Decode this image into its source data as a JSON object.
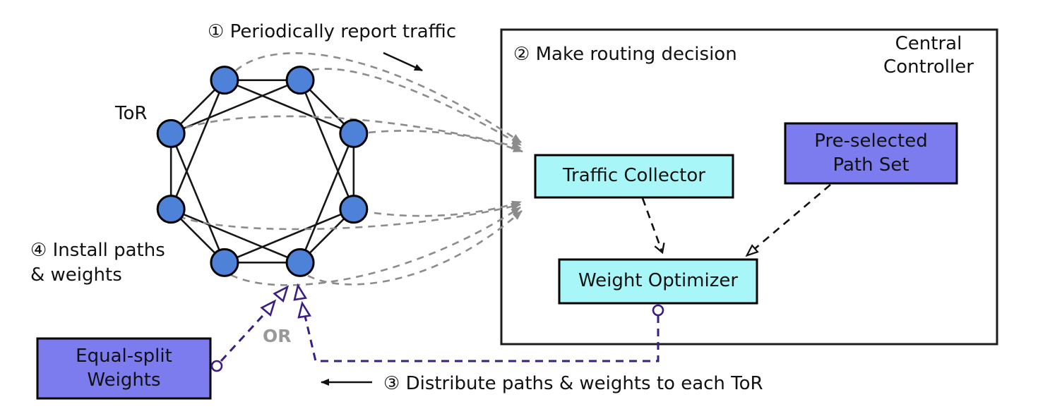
{
  "annotations": {
    "step1": "① Periodically report traffic",
    "step2": "② Make routing decision",
    "step3": "③ Distribute paths & weights to each ToR",
    "step4": "④ Install paths\n& weights",
    "or": "OR",
    "tor": "ToR",
    "central_controller": "Central\nController"
  },
  "boxes": {
    "traffic_collector": {
      "label": "Traffic Collector"
    },
    "weight_optimizer": {
      "label": "Weight Optimizer"
    },
    "preselected_path_set": {
      "label": "Pre-selected\nPath Set"
    },
    "equal_split_weights": {
      "label": "Equal-split\nWeights"
    }
  },
  "topology": {
    "tor_node_count": 8,
    "description": "ring of 8 ToR switches, each linked to neighbors at distance 1 and 2"
  },
  "colors": {
    "node_fill": "#4d82d8",
    "cyan_box": "#a8f6f8",
    "purple_box": "#7d7cef",
    "gray_dash": "#8c8c8c",
    "purple_dash": "#3b1d86",
    "line_black": "#111111",
    "or_gray": "#999999",
    "border_black": "#000000"
  }
}
